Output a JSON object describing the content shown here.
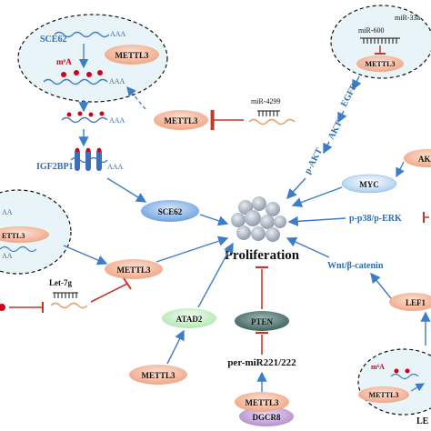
{
  "colors": {
    "arrow_blue": "#3d7cc9",
    "inhibit_red": "#c0392b",
    "mettl3_fill": "#f3b49a",
    "sce62_fill": "#8cb6e8",
    "myc_fill": "#b9d8f2",
    "atad2_fill": "#c9efc9",
    "pten_fill": "#5c7f7a",
    "dgcr8_fill": "#c7a9d9",
    "m6a_red": "#d0021b",
    "cloud_fill": "#e8f4f7",
    "cell_gray": "#a9b4c4"
  },
  "labels": {
    "sce62_top": "SCE62",
    "m6a_top": "m⁶A",
    "aaa_1": "AAA",
    "aaa_2": "AAA",
    "aaa_3": "AAA",
    "aaa_4": "AAA",
    "mettl3_top_cloud": "METTL3",
    "mettl3_mir4299": "METTL3",
    "mir4299": "miR-4299",
    "igf2bp1": "IGF2BP1",
    "sce62_node": "SCE62",
    "proliferation": "Proliferation",
    "mir600": "miR-600",
    "mir33a": "miR-33a",
    "mettl3_tr_cloud": "METTL3",
    "egfr": "EGFR",
    "akt": "AKT",
    "p_akt": "p-AKT",
    "ak_partial": "AK",
    "myc": "MYC",
    "p38_erk": "p-p38/p-ERK",
    "wnt": "Wnt/β-catenin",
    "lef1": "LEF1",
    "m6a_br": "m⁶A",
    "mettl3_br": "METTL3",
    "le_partial": "LE",
    "mettl3_left_cloud": "ETTL3",
    "aaa_left_1": "AA",
    "aaa_left_2": "AA",
    "let7g": "Let-7g",
    "mettl3_mid_left": "METTL3",
    "atad2": "ATAD2",
    "mettl3_bottom_left": "METTL3",
    "pten": "PTEN",
    "pre_mir221": "per-miR221/222",
    "mettl3_bottom": "METTL3",
    "dgcr8": "DGCR8"
  }
}
